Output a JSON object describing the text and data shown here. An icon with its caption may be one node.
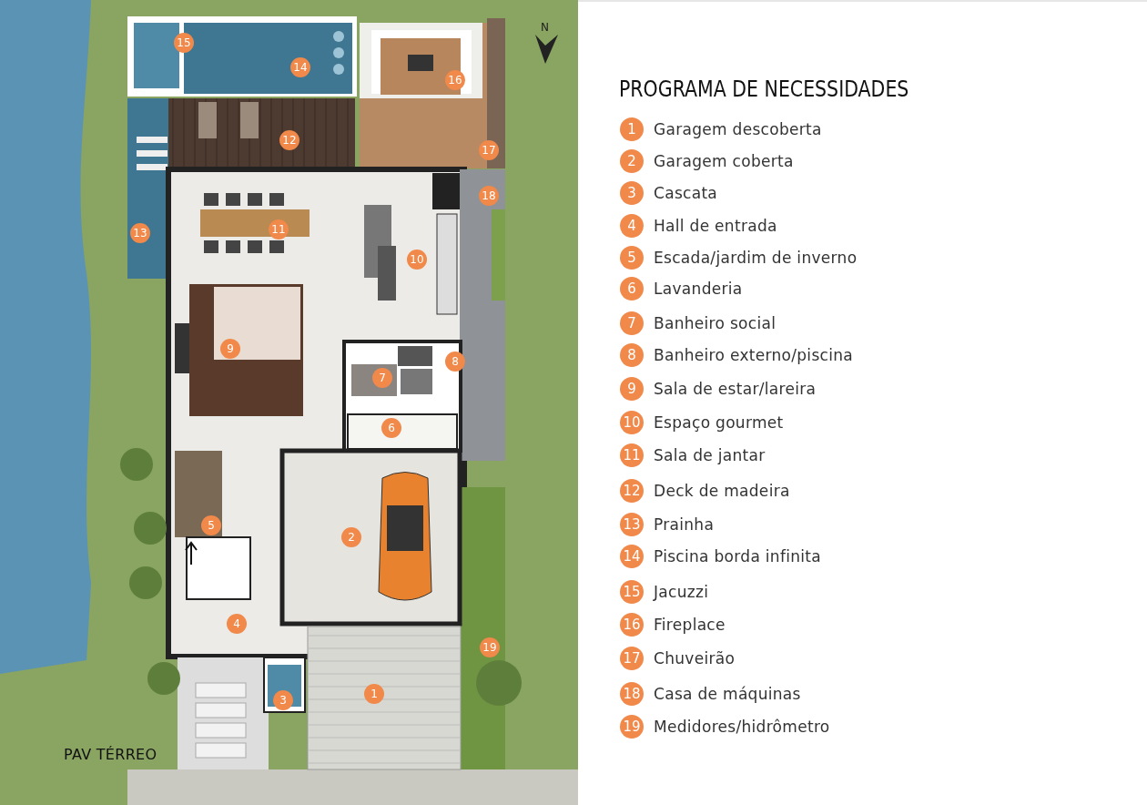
{
  "diagram": {
    "title": "PROGRAMA DE NECESSIDADES",
    "labels": [
      "N",
      "15",
      "14",
      "16",
      "12",
      "17",
      "18",
      "11",
      "13",
      "10",
      "9",
      "8",
      "7",
      "6",
      "5",
      "2",
      "4",
      "19",
      "3",
      "1",
      "PAV TÉRREO",
      "1",
      "Garagem descoberta",
      "2",
      "Garagem coberta",
      "3",
      "Cascata",
      "4",
      "Hall de entrada",
      "5",
      "Escada/jardim de inverno",
      "6",
      "Lavanderia",
      "7",
      "Banheiro social",
      "8",
      "Banheiro externo/piscina",
      "9",
      "Sala de estar/lareira",
      "10",
      "Espaço gourmet",
      "11",
      "Sala de jantar",
      "12",
      "Deck de madeira",
      "13",
      "Prainha",
      "14",
      "Piscina borda infinita",
      "15",
      "Jacuzzi",
      "16",
      "Fireplace",
      "17",
      "Chuveirão",
      "18",
      "Casa de máquinas",
      "19",
      "Medidores/hidrômetro"
    ]
  }
}
